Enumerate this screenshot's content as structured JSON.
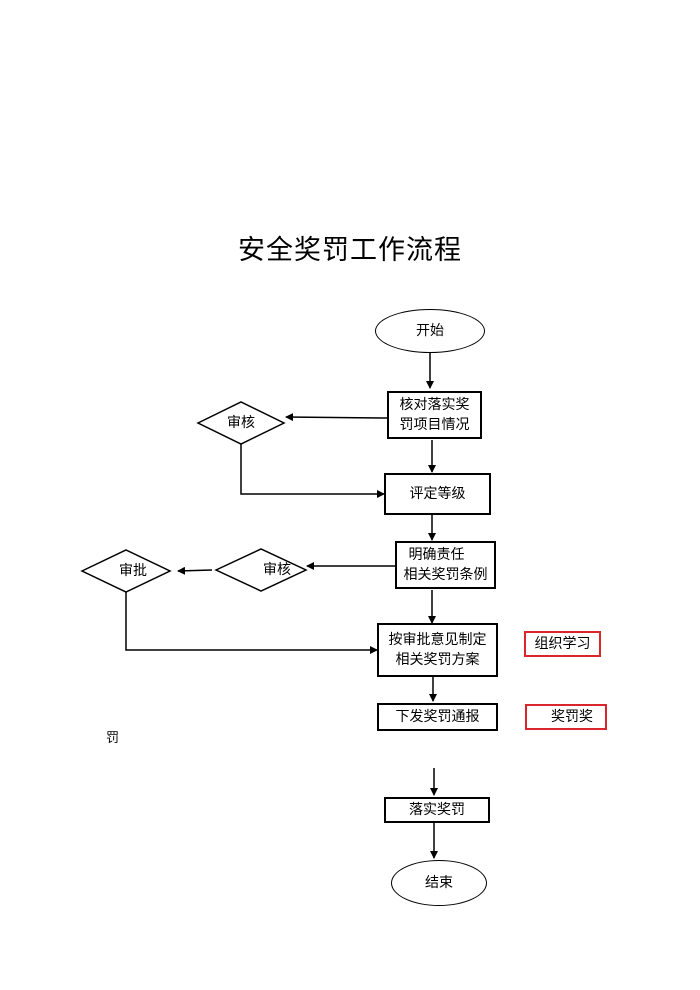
{
  "title": "安全奖罚工作流程",
  "nodes": {
    "start": "开始",
    "verify_line1": "核对落实奖",
    "verify_line2": "罚项目情况",
    "review1": "审核",
    "grade": "评定等级",
    "clarify_line1": "明确责任",
    "clarify_line2": "相关奖罚条例",
    "review2": "审核",
    "approve": "审批",
    "plan_line1": "按审批意见制定",
    "plan_line2": "相关奖罚方案",
    "study": "组织学习",
    "notify": "下发奖罚通报",
    "reward_punish": "奖罚奖",
    "implement": "落实奖罚",
    "end": "结束"
  },
  "stray_text": "罚",
  "colors": {
    "line": "#000000",
    "highlight_border": "#d9262b"
  }
}
